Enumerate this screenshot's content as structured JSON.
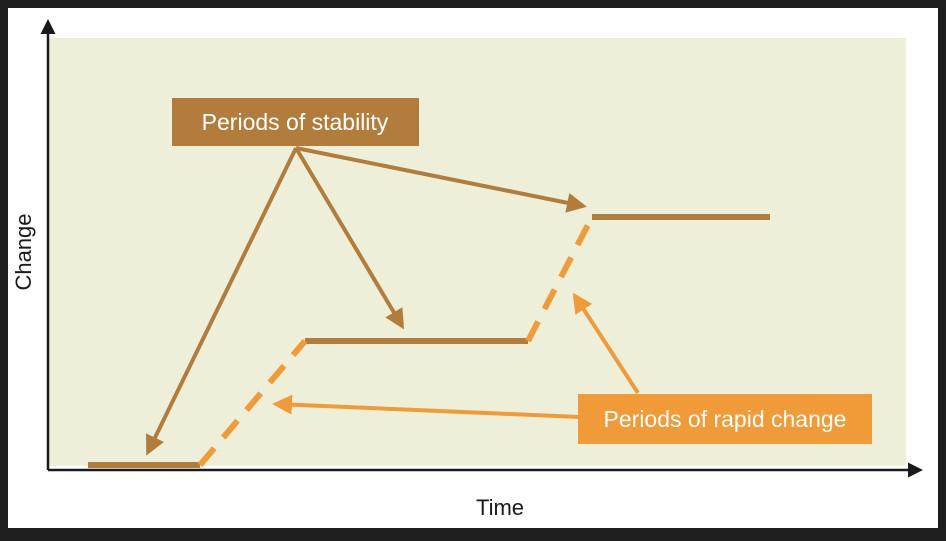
{
  "labels": {
    "stability": "Periods of stability",
    "rapid_change": "Periods of rapid change",
    "x_axis": "Time",
    "y_axis": "Change"
  },
  "colors": {
    "frame": "#ffffff",
    "outer_background": "#1e1e1e",
    "panel": "#eeefd9",
    "axis": "#1a1a1a",
    "stability": "#b27d3c",
    "rapid_change": "#f09a38",
    "label_text": "#ffffff"
  }
}
